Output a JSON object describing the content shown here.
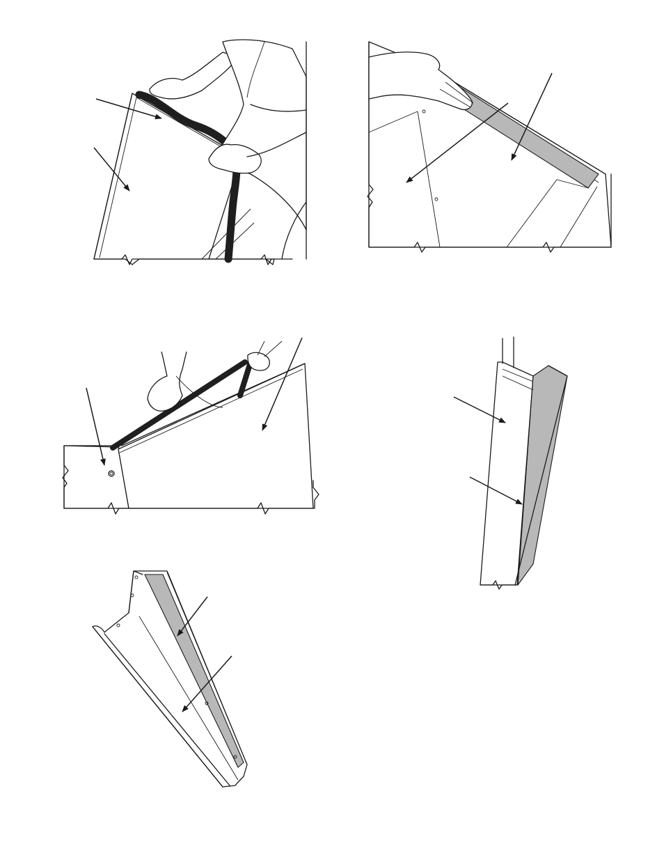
{
  "colors": {
    "line": "#1a1a1a",
    "gasket": "#1f1f1f",
    "gasket_face": "#b8b8b8",
    "background": "#ffffff"
  },
  "panels": [
    {
      "id": "top-left",
      "depicts": "gasket-being-lifted-from-cabinet-edge"
    },
    {
      "id": "top-right",
      "depicts": "hand-pressing-gasket-along-cabinet-edge"
    },
    {
      "id": "middle-left",
      "depicts": "gasket-being-pulled-from-side-panel-edge"
    },
    {
      "id": "middle-right",
      "depicts": "door-edge-with-gasket-installed"
    },
    {
      "id": "bottom-left",
      "depicts": "channel-with-gasket-strip"
    }
  ]
}
